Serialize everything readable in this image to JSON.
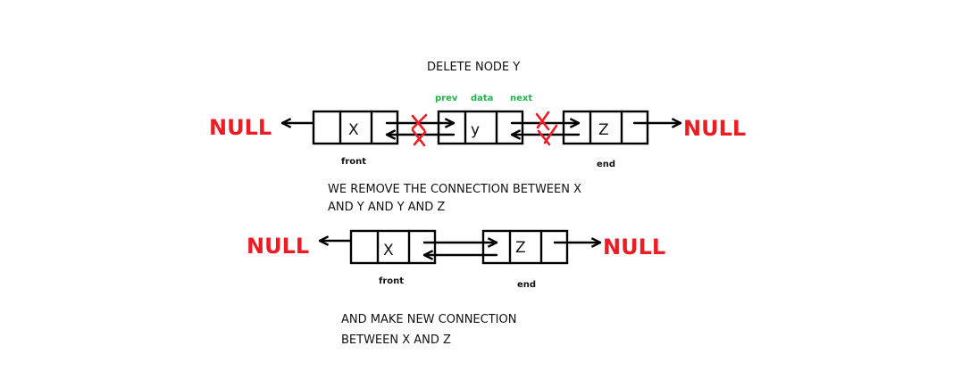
{
  "title": "DELETE NODE Y",
  "field_labels": {
    "prev": "prev",
    "data": "data",
    "next": "next"
  },
  "null_label": "NULL",
  "before": {
    "nodes": [
      {
        "id": "x",
        "value": "X",
        "label": "front"
      },
      {
        "id": "y",
        "value": "y",
        "label": ""
      },
      {
        "id": "z",
        "value": "Z",
        "label": "end"
      }
    ],
    "removed_links": [
      "x-next-to-y",
      "y-prev-to-x",
      "y-next-to-z",
      "z-prev-to-y"
    ]
  },
  "caption_1": [
    "WE REMOVE THE CONNECTION BETWEEN X",
    "AND Y AND Y AND Z"
  ],
  "after": {
    "nodes": [
      {
        "id": "x",
        "value": "X",
        "label": "front"
      },
      {
        "id": "z",
        "value": "Z",
        "label": "end"
      }
    ]
  },
  "caption_2": [
    "AND MAKE NEW CONNECTION",
    "BETWEEN X AND Z"
  ],
  "colors": {
    "null": "#ed1c24",
    "cross": "#ed1c24",
    "field_label": "#22b14c"
  }
}
